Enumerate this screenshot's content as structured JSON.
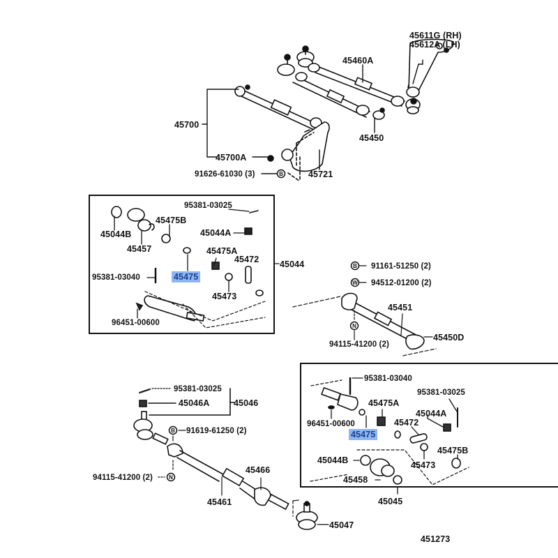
{
  "diagram": {
    "title": "Steering linkage parts diagram",
    "figure_number": "451273",
    "highlight_color": "#8fb6f3",
    "labels": {
      "p45611G": "45611G (RH)",
      "p45612A": "45612A (LH)",
      "p45460A": "45460A",
      "p45450": "45450",
      "p45700": "45700",
      "p45700A": "45700A",
      "p91626": "91626-61030 (3)",
      "p45721": "45721",
      "b1_95381_03025": "95381-03025",
      "b1_45044B": "45044B",
      "b1_45475B": "45475B",
      "b1_45044A": "45044A",
      "b1_45457": "45457",
      "b1_45475A": "45475A",
      "b1_45472": "45472",
      "b1_95381_03040": "95381-03040",
      "b1_45475": "45475",
      "b1_45473": "45473",
      "b1_96451": "96451-00600",
      "p45044": "45044",
      "p91161": "91161-51250 (2)",
      "p94512": "94512-01200 (2)",
      "p45451": "45451",
      "p94115_r": "94115-41200 (2)",
      "p45450D": "45450D",
      "b2_95381_03040": "95381-03040",
      "b2_45475A": "45475A",
      "b2_95381_03025": "95381-03025",
      "b2_45044A": "45044A",
      "b2_96451": "96451-00600",
      "b2_45472": "45472",
      "b2_45475": "45475",
      "b2_45475B": "45475B",
      "b2_45473": "45473",
      "b2_45044B": "45044B",
      "b2_45458": "45458",
      "p45045": "45045",
      "l_95381_03025": "95381-03025",
      "p45046A": "45046A",
      "p45046": "45046",
      "p91619": "91619-61250 (2)",
      "p94115_l": "94115-41200 (2)",
      "p45466": "45466",
      "p45461": "45461",
      "p45047": "45047"
    },
    "symbols": {
      "B": "B",
      "W": "W",
      "N": "N"
    },
    "highlighted_parts": [
      "45475"
    ]
  }
}
